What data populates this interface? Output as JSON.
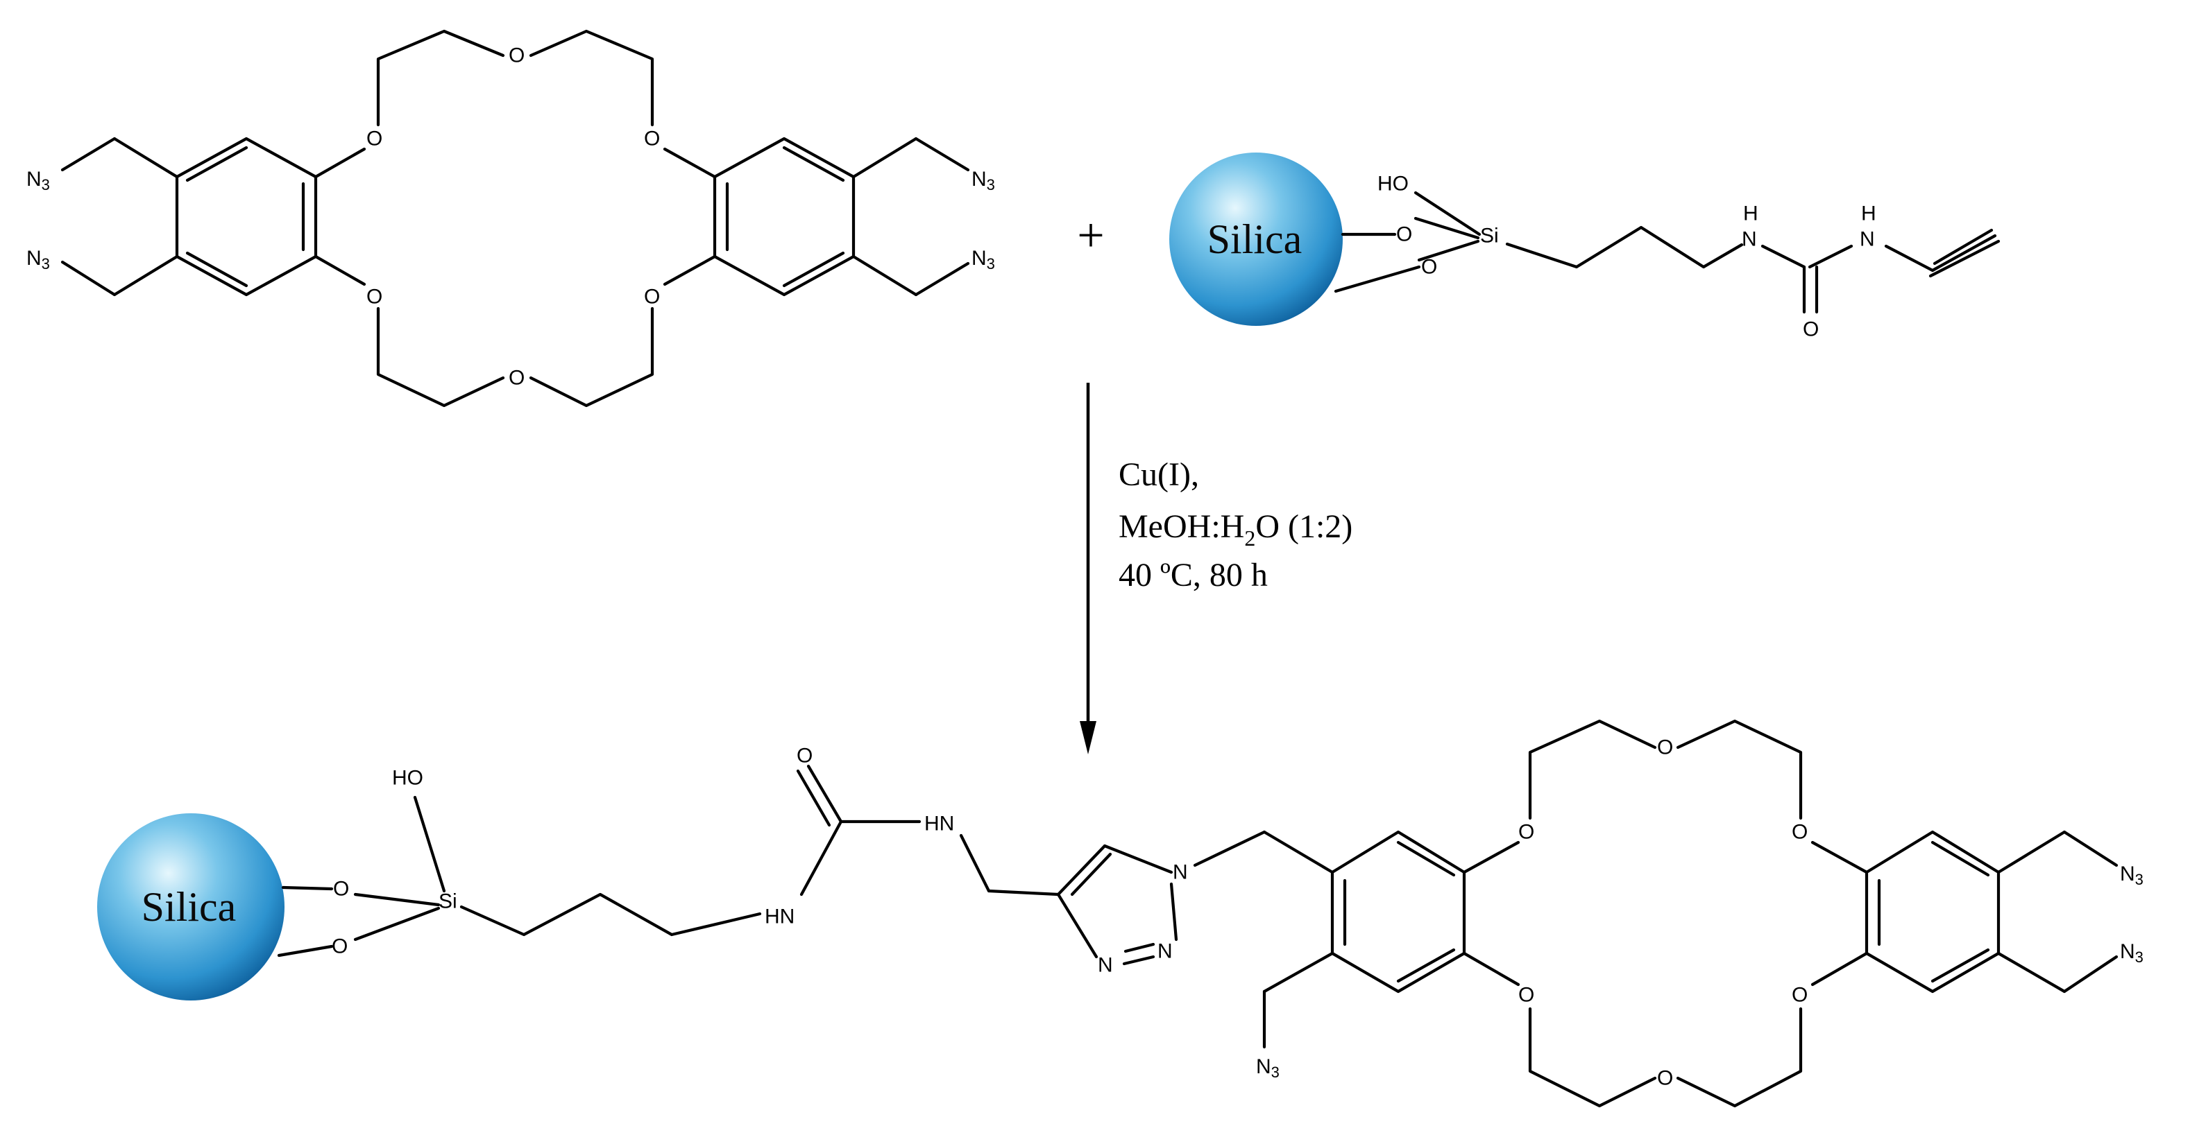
{
  "labels": {
    "azide": "N",
    "azide_sub": "3",
    "oxygen": "O",
    "hydroxyl": "HO",
    "silicon": "Si",
    "nh_top": "H",
    "nh_n": "N",
    "nh_left": "HN",
    "triazole_n": "N",
    "triazole_nn": "N=N",
    "silica": "Silica",
    "plus": "+"
  },
  "conditions": {
    "line1": "Cu(I),",
    "line2_pre": "MeOH:H",
    "line2_sub": "2",
    "line2_post": "O (1:2)",
    "line3": "40 ºC, 80 h"
  },
  "colors": {
    "silica_light": "#d9f1fb",
    "silica_mid": "#2f9fd6",
    "silica_dark": "#0a5f9c",
    "ink": "#000000"
  }
}
